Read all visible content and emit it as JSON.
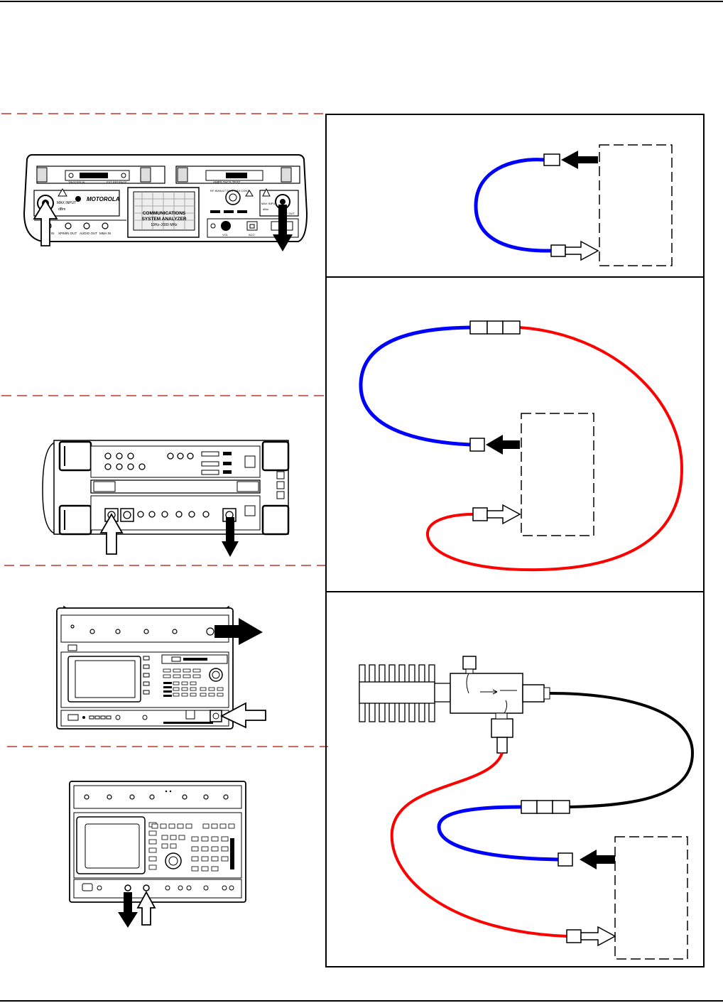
{
  "motorola": {
    "brand": "MOTOROLA",
    "title_line1": "COMMUNICATIONS",
    "title_line2": "SYSTEM ANALYZER",
    "freq_range": "10Hz–2000 MHz",
    "port_max_input": "MAX INPUT",
    "port_units": "dBm",
    "port_rf_out": "RF OUT",
    "trigger_in": "TRIGGER IN",
    "ext_ref": "EXT REF/PAGE",
    "amps_tacs": "AMPS TACS TEST",
    "rf_mult": "RF IN/MULT SWR MAX CONT",
    "bottom_labels": [
      "IN",
      "XP/MIN OUT",
      "AUDIO OUT",
      "MMA IN"
    ],
    "vol": "VOL",
    "acc": "ACC",
    "on": "ON"
  },
  "colors": {
    "cable_blue": "#0000ff",
    "cable_red": "#ff0000",
    "cable_black": "#000000",
    "divider": "#c0392b"
  }
}
